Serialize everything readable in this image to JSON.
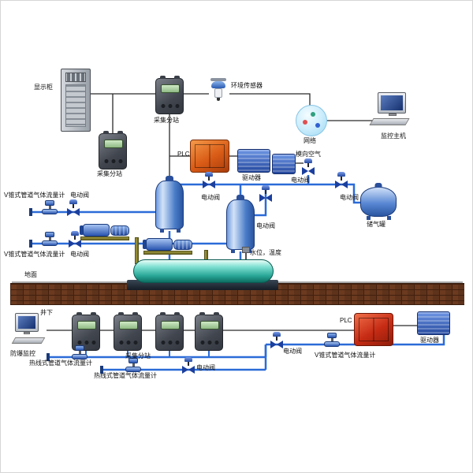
{
  "labels": {
    "display_cabinet": "显示柜",
    "collection_substation": "采集分站",
    "env_sensor": "环境传感器",
    "network": "网络",
    "monitor_host": "监控主机",
    "plc": "PLC",
    "driver": "驱动器",
    "lateral_air": "模向空气",
    "electric_valve": "电动阀",
    "gas_tank": "储气罐",
    "vcone_flowmeter": "V锥式管道气体流量计",
    "water_level_temp": "水位，温度",
    "ground_surface": "地面",
    "underground": "井下",
    "exproof_monitor": "防爆监控",
    "hotwire_flowmeter": "热线式管道气体流量计"
  },
  "colors": {
    "pipe_blue": "#2b6bd8",
    "signal_line": "#2a2a2a",
    "plc_orange": "#d95b16",
    "plc_red": "#c62b14",
    "device_gray": "#41464f",
    "screen_green": "#a8d8a0",
    "tank_blue": "#4a7cc8",
    "tank_teal": "#2aa898",
    "brick_brown": "#6b3a1f",
    "base_olive": "#8a8530"
  },
  "icons": {
    "valve-icon": "bowtie-valve-with-actuator",
    "flowmeter-icon": "inline-pipe-meter",
    "controller-icon": "wall-mount-substation-box",
    "plc-icon": "flameproof-enclosure",
    "driver-icon": "finned-drive-box",
    "tank-icon": "vertical-pressure-vessel",
    "pump-icon": "motor-pump-set",
    "network-icon": "network-cloud-circle",
    "computer-icon": "desktop-with-keyboard",
    "ground-icon": "brick-ground-band"
  }
}
